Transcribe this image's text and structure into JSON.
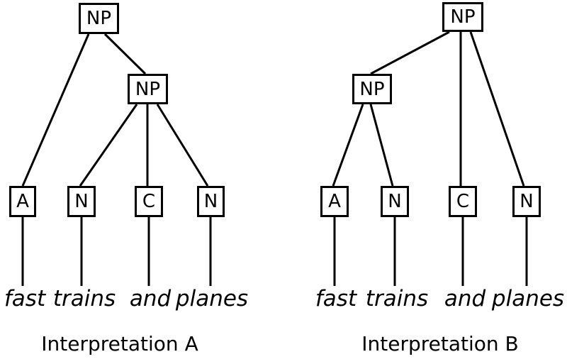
{
  "diagram": {
    "type": "syntax-parse-trees",
    "phrase": "fast trains and planes",
    "colors": {
      "background": "#ffffff",
      "stroke": "#000000",
      "text": "#000000"
    }
  },
  "trees": [
    {
      "caption": "Interpretation A",
      "nodes": {
        "root": {
          "label": "NP"
        },
        "inner": {
          "label": "NP"
        },
        "leaf1": {
          "label": "A",
          "word": "fast"
        },
        "leaf2": {
          "label": "N",
          "word": "trains"
        },
        "leaf3": {
          "label": "C",
          "word": "and"
        },
        "leaf4": {
          "label": "N",
          "word": "planes"
        }
      },
      "edges": [
        {
          "from": "root",
          "to": "leaf1"
        },
        {
          "from": "root",
          "to": "inner"
        },
        {
          "from": "inner",
          "to": "leaf2"
        },
        {
          "from": "inner",
          "to": "leaf3"
        },
        {
          "from": "inner",
          "to": "leaf4"
        },
        {
          "from": "leaf1",
          "to": "word:fast"
        },
        {
          "from": "leaf2",
          "to": "word:trains"
        },
        {
          "from": "leaf3",
          "to": "word:and"
        },
        {
          "from": "leaf4",
          "to": "word:planes"
        }
      ]
    },
    {
      "caption": "Interpretation B",
      "nodes": {
        "root": {
          "label": "NP"
        },
        "inner": {
          "label": "NP"
        },
        "leaf1": {
          "label": "A",
          "word": "fast"
        },
        "leaf2": {
          "label": "N",
          "word": "trains"
        },
        "leaf3": {
          "label": "C",
          "word": "and"
        },
        "leaf4": {
          "label": "N",
          "word": "planes"
        }
      },
      "edges": [
        {
          "from": "root",
          "to": "inner"
        },
        {
          "from": "root",
          "to": "leaf3"
        },
        {
          "from": "root",
          "to": "leaf4"
        },
        {
          "from": "inner",
          "to": "leaf1"
        },
        {
          "from": "inner",
          "to": "leaf2"
        },
        {
          "from": "leaf1",
          "to": "word:fast"
        },
        {
          "from": "leaf2",
          "to": "word:trains"
        },
        {
          "from": "leaf3",
          "to": "word:and"
        },
        {
          "from": "leaf4",
          "to": "word:planes"
        }
      ]
    }
  ]
}
